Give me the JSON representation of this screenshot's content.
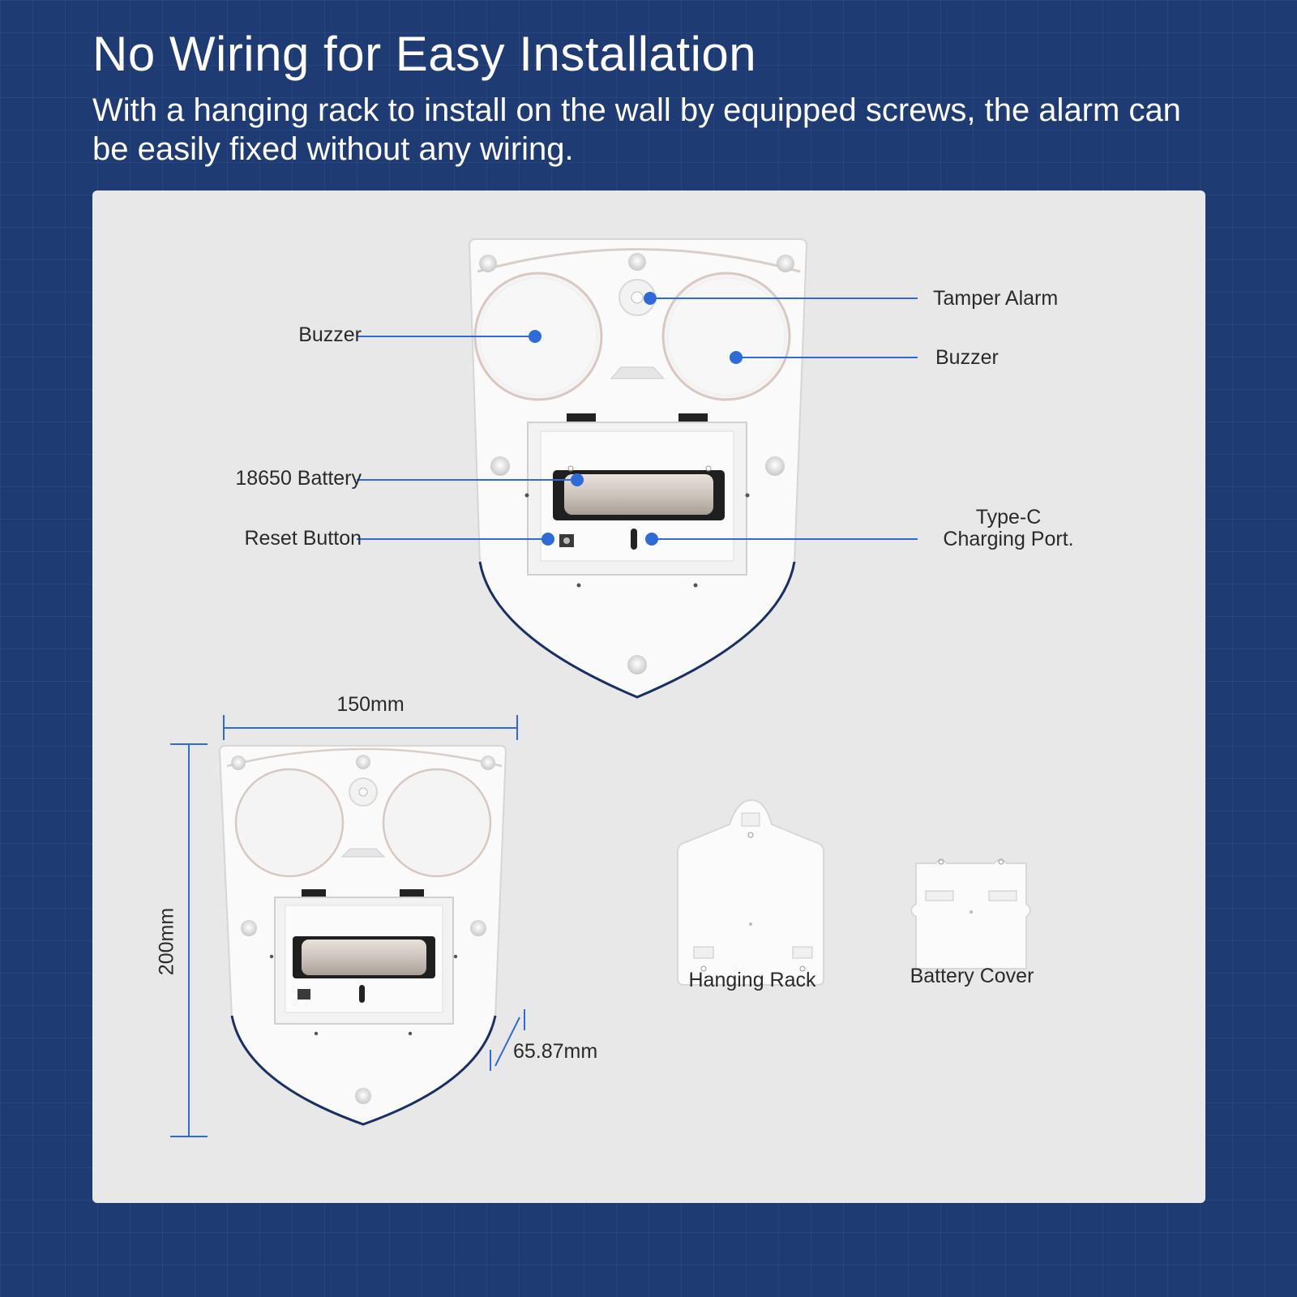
{
  "header": {
    "title": "No Wiring for Easy Installation",
    "subtitle": "With a hanging rack to install on the wall by equipped screws, the alarm can be easily fixed without any wiring."
  },
  "callouts": {
    "buzzer_left": "Buzzer",
    "tamper_alarm": "Tamper Alarm",
    "buzzer_right": "Buzzer",
    "battery": "18650 Battery",
    "reset_button": "Reset Button",
    "typec_line1": "Type-C",
    "typec_line2": "Charging Port."
  },
  "dimensions": {
    "width": "150mm",
    "height": "200mm",
    "depth": "65.87mm"
  },
  "accessories": {
    "hanging_rack": "Hanging Rack",
    "battery_cover": "Battery Cover"
  },
  "colors": {
    "background": "#1f3b73",
    "panel": "#e8e8e8",
    "accent": "#2f6bd8",
    "device_rim": "#1c2f63"
  }
}
